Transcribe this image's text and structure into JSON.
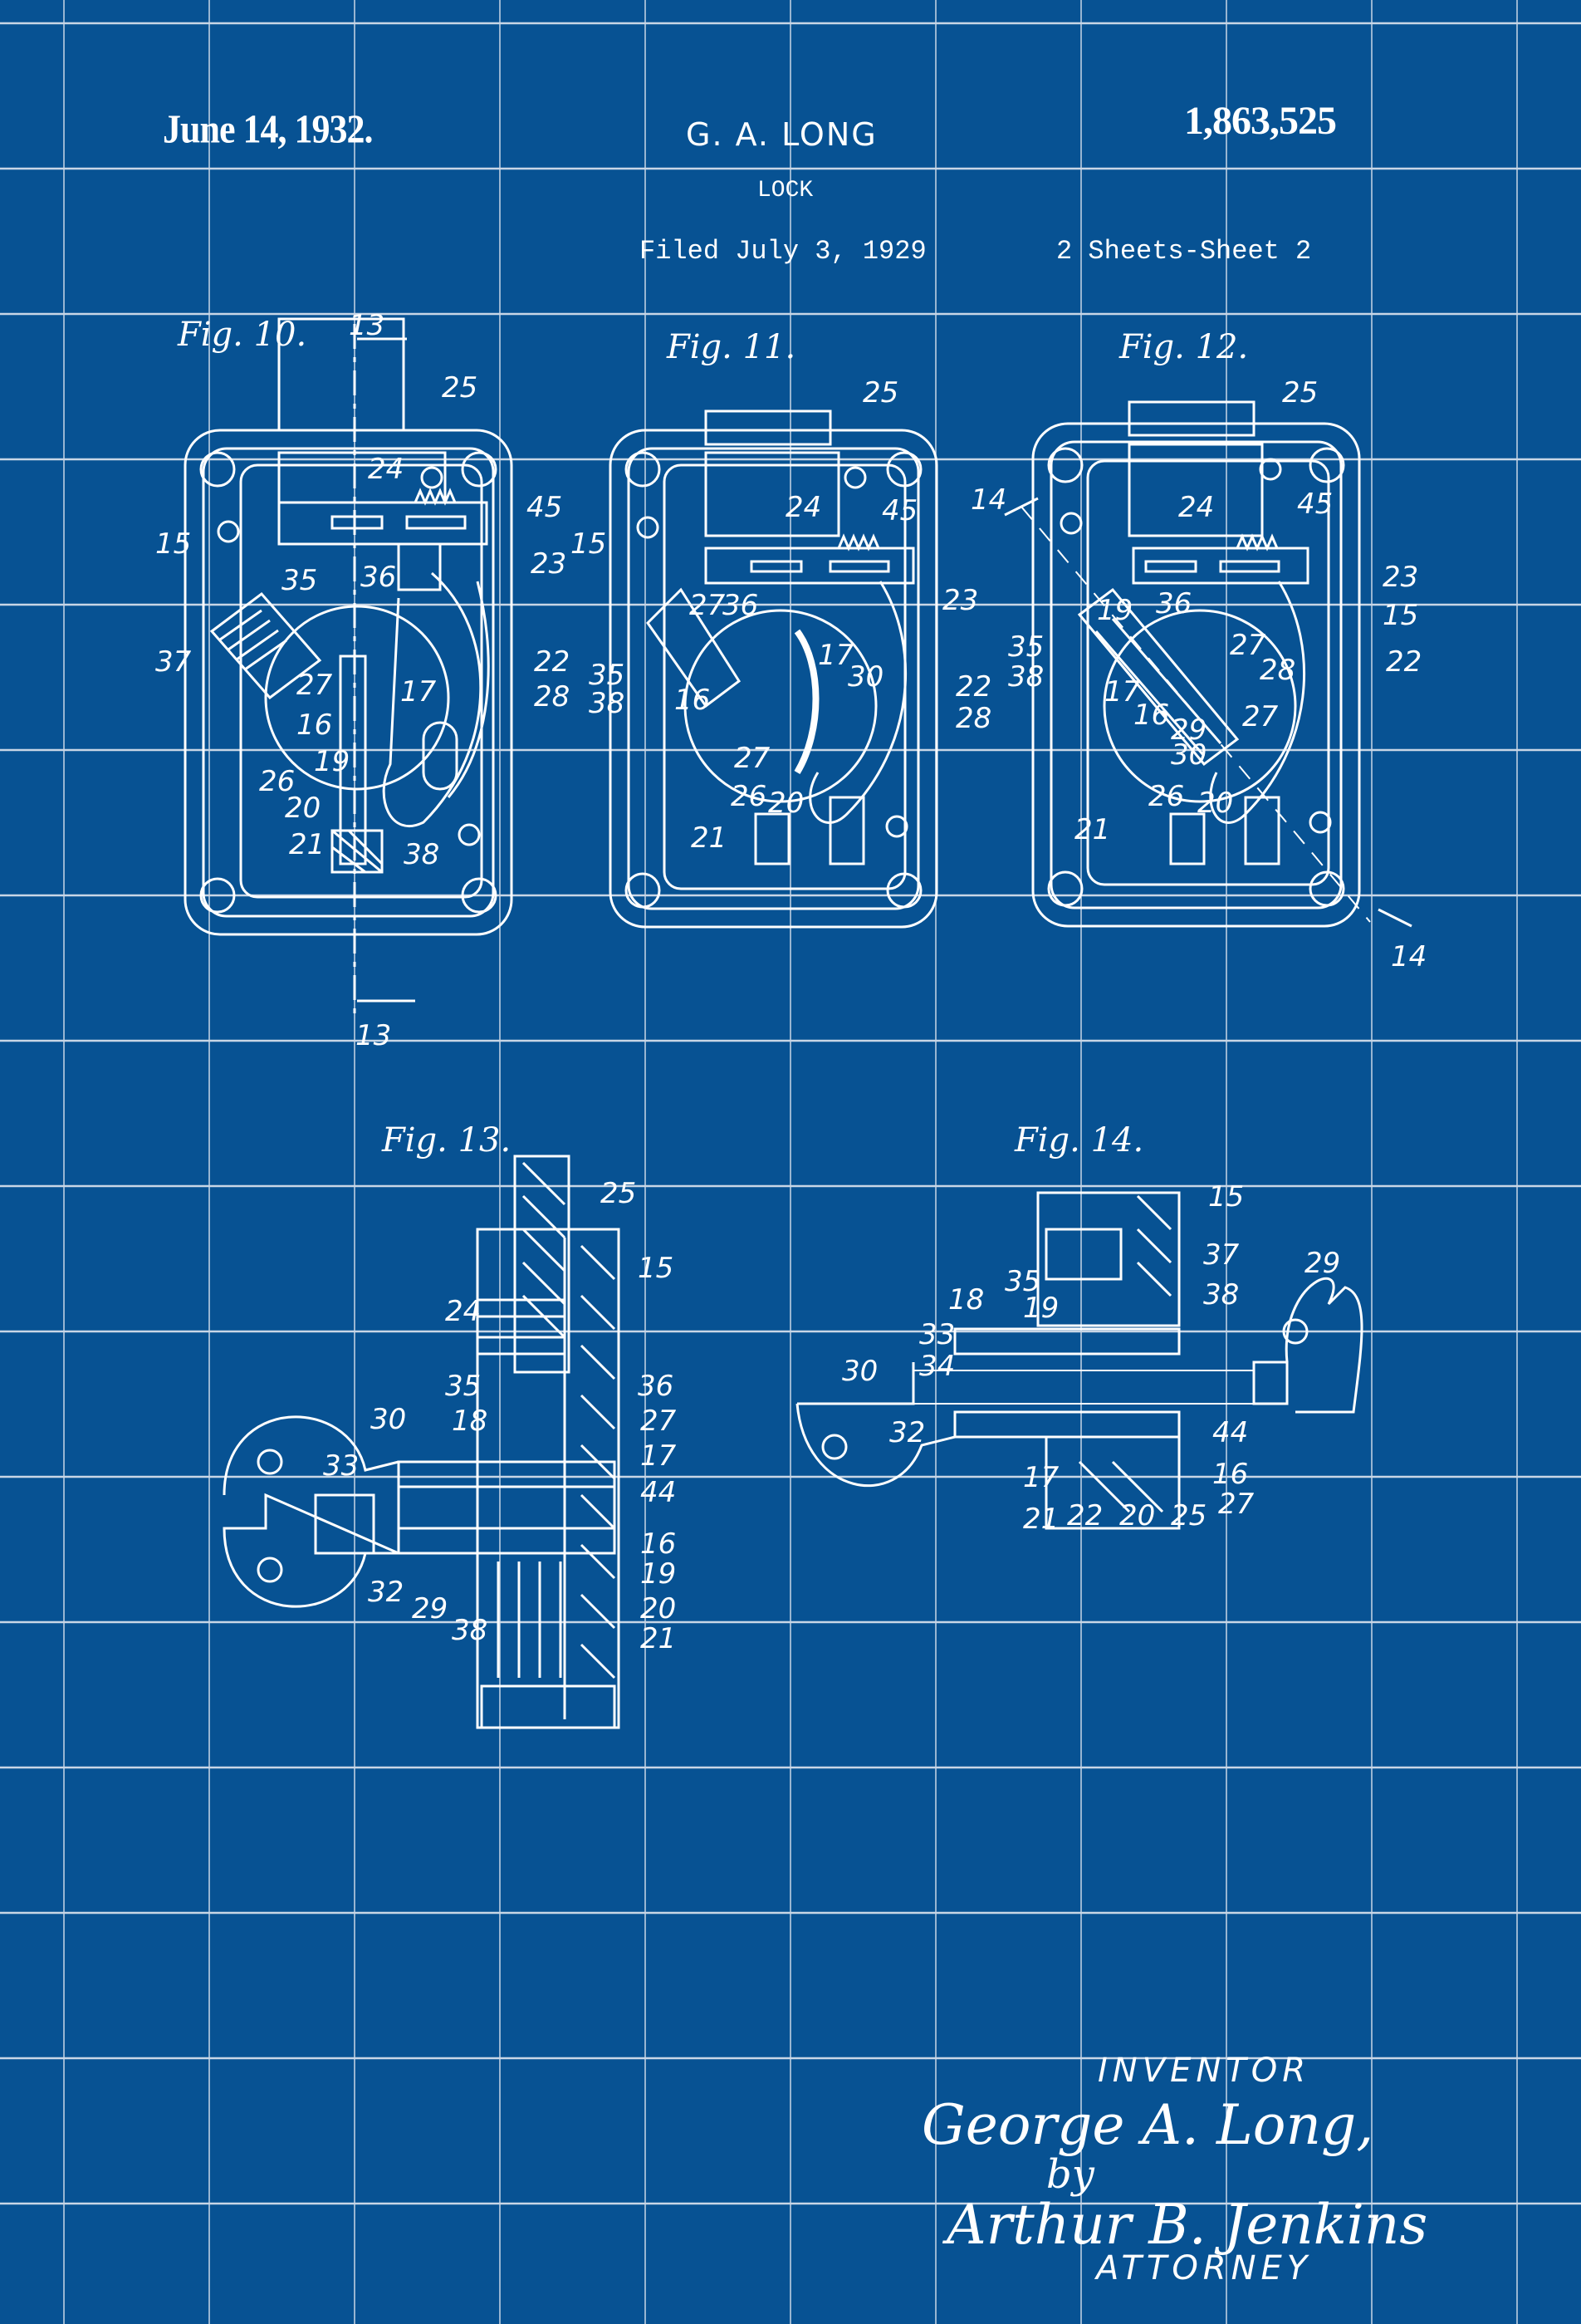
{
  "header": {
    "date": "June 14, 1932.",
    "inventor_name": "G. A. LONG",
    "patent_number": "1,863,525",
    "title": "LOCK",
    "filed": "Filed July 3, 1929",
    "sheets": "2 Sheets-Sheet  2"
  },
  "colors": {
    "background": "#075293",
    "lines": "#ffffff",
    "grid": "#c8d6e6"
  },
  "figures": [
    {
      "label": "Fig. 10.",
      "numerals": [
        "13",
        "25",
        "24",
        "45",
        "15",
        "35",
        "36",
        "23",
        "37",
        "22",
        "28",
        "27",
        "17",
        "16",
        "19",
        "26",
        "20",
        "21",
        "38",
        "13"
      ]
    },
    {
      "label": "Fig. 11.",
      "numerals": [
        "25",
        "24",
        "45",
        "15",
        "23",
        "27",
        "36",
        "35",
        "38",
        "16",
        "17",
        "30",
        "22",
        "28",
        "27",
        "26",
        "20",
        "21"
      ]
    },
    {
      "label": "Fig. 12.",
      "numerals": [
        "25",
        "14",
        "24",
        "45",
        "23",
        "15",
        "22",
        "19",
        "36",
        "27",
        "28",
        "35",
        "38",
        "17",
        "16",
        "29",
        "30",
        "27",
        "26",
        "20",
        "21",
        "14"
      ]
    },
    {
      "label": "Fig. 13.",
      "numerals": [
        "25",
        "15",
        "24",
        "35",
        "36",
        "27",
        "17",
        "44",
        "30",
        "18",
        "33",
        "16",
        "19",
        "20",
        "21",
        "32",
        "29",
        "38"
      ]
    },
    {
      "label": "Fig. 14.",
      "numerals": [
        "15",
        "37",
        "29",
        "38",
        "35",
        "18",
        "19",
        "33",
        "34",
        "30",
        "32",
        "44",
        "16",
        "17",
        "27",
        "21",
        "22",
        "20",
        "25"
      ]
    }
  ],
  "signature": {
    "inventor_caption": "INVENTOR",
    "inventor_signature": "George A. Long,",
    "by": "by",
    "attorney_signature": "Arthur B. Jenkins",
    "attorney_caption": "ATTORNEY"
  }
}
